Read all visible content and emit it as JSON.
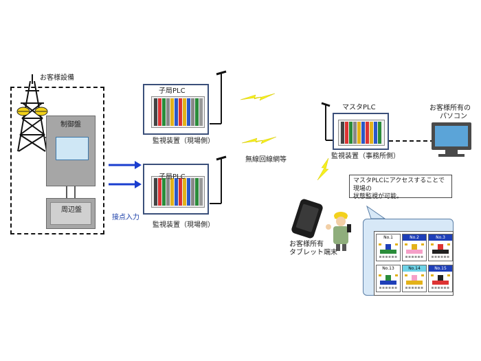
{
  "labels": {
    "customer_equipment": "お客様設備",
    "control_panel": "制御盤",
    "peripheral_panel": "周辺盤",
    "contact_input": "接点入力",
    "child_plc_1": "子局PLC",
    "child_plc_2": "子局PLC",
    "monitor_site_1": "監視装置（現場側）",
    "monitor_site_2": "監視装置（現場側）",
    "wireless": "無線回線網等",
    "master_plc": "マスタPLC",
    "monitor_office": "監視装置（事務所側）",
    "customer_pc_line1": "お客様所有の",
    "customer_pc_line2": "パソコン",
    "tablet_line1": "お客様所有",
    "tablet_line2": "タブレット端末",
    "callout_line1": "マスタPLCにアクセスすることで現場の",
    "callout_line2": "状態監視が可能。"
  },
  "status_grid": [
    {
      "label": "No.1",
      "header": "light"
    },
    {
      "label": "No.2",
      "header": "dark"
    },
    {
      "label": "No.3",
      "header": "dark"
    },
    {
      "label": "No.13",
      "header": "light"
    },
    {
      "label": "No.14",
      "header": "cyan"
    },
    {
      "label": "No.15",
      "header": "dark"
    }
  ],
  "colors": {
    "arrow_blue": "#1a3ecf",
    "wireless_yellow": "#f5ef1e",
    "panel_border": "#3a4f7a",
    "tower_lamp": "#f2d21a"
  }
}
